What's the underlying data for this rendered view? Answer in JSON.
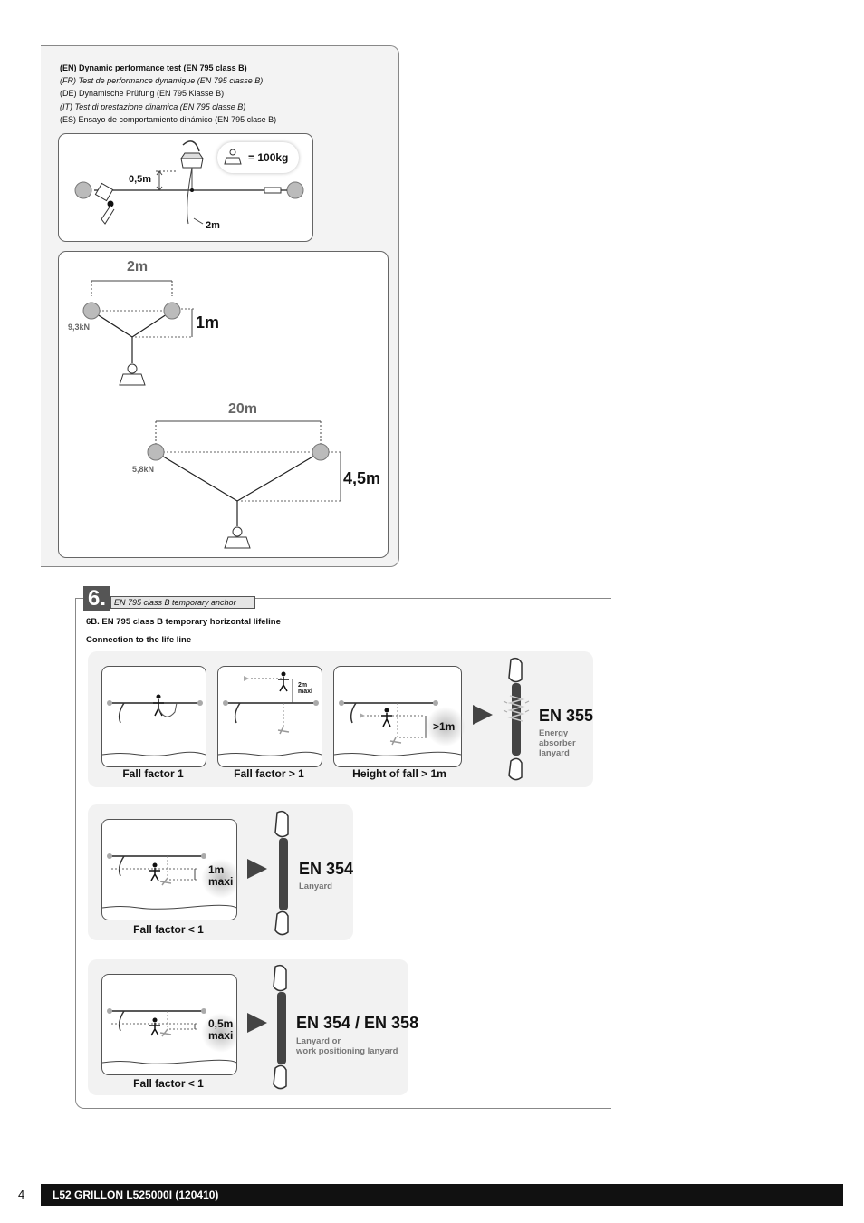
{
  "test_panel": {
    "languages": [
      {
        "text": "(EN) Dynamic performance test (EN 795 class B)",
        "style": "bold"
      },
      {
        "text": "(FR) Test de performance dynamique (EN 795 classe B)",
        "style": "italic"
      },
      {
        "text": "(DE) Dynamische Prüfung (EN 795 Klasse B)",
        "style": "normal"
      },
      {
        "text": "(IT) Test di prestazione dinamica (EN 795 classe B)",
        "style": "italic"
      },
      {
        "text": "(ES) Ensayo de comportamiento dinámico (EN 795 clase B)",
        "style": "normal"
      }
    ],
    "weight_label": "= 100kg",
    "drop_label": "0,5m",
    "rope_label": "2m"
  },
  "angles": {
    "small": {
      "span": "2m",
      "sag": "1m",
      "force": "9,3kN"
    },
    "large": {
      "span": "20m",
      "sag": "4,5m",
      "force": "5,8kN"
    }
  },
  "section6": {
    "number": "6.",
    "tab": "EN 795 class B temporary anchor",
    "subtitle": "6B. EN 795 class B temporary horizontal lifeline",
    "connection": "Connection to the life line",
    "groups": [
      {
        "captions": [
          "Fall factor 1",
          "Fall factor > 1",
          "Height of fall > 1m"
        ],
        "inset_label": "2m\nmaxi",
        "height_label": ">1m",
        "standard": "EN 355",
        "description": "Energy\nabsorber\nlanyard"
      },
      {
        "captions": [
          "Fall factor < 1"
        ],
        "height_label": "1m\nmaxi",
        "standard": "EN 354",
        "description": "Lanyard"
      },
      {
        "captions": [
          "Fall factor < 1"
        ],
        "height_label": "0,5m\nmaxi",
        "standard": "EN 354 / EN 358",
        "description": "Lanyard or\nwork positioning lanyard"
      }
    ]
  },
  "footer": {
    "page": "4",
    "doc": "L52 GRILLON L525000I (120410)"
  }
}
